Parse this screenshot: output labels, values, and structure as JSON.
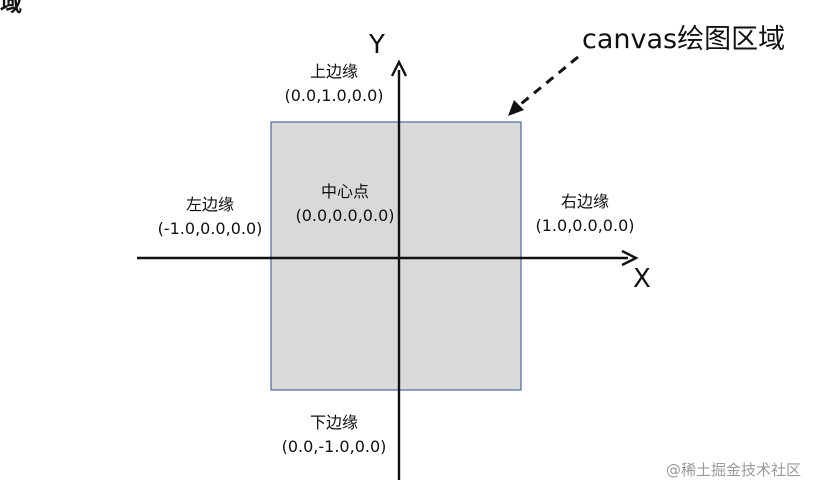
{
  "header": {
    "fragment": "域"
  },
  "axes": {
    "x_label": "X",
    "y_label": "Y"
  },
  "callout": {
    "text": "canvas绘图区域"
  },
  "edges": {
    "top": {
      "name": "上边缘",
      "coord": "(0.0,1.0,0.0)"
    },
    "left": {
      "name": "左边缘",
      "coord": "(-1.0,0.0,0.0)"
    },
    "center": {
      "name": "中心点",
      "coord": "(0.0,0.0,0.0)"
    },
    "right": {
      "name": "右边缘",
      "coord": "(1.0,0.0,0.0)"
    },
    "bottom": {
      "name": "下边缘",
      "coord": "(0.0,-1.0,0.0)"
    }
  },
  "colors": {
    "canvas_fill": "#d9d9d9",
    "canvas_border": "#4a6aa5",
    "axis": "#111111"
  },
  "watermark": {
    "text": "@稀土掘金技术社区"
  }
}
